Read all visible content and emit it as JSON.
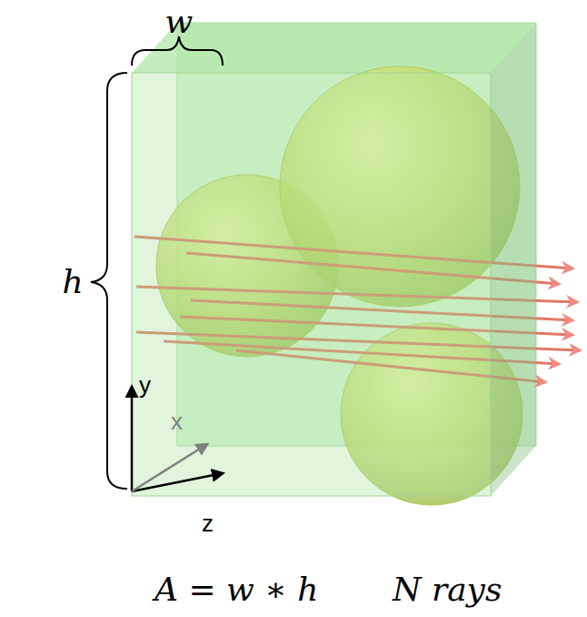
{
  "diagram": {
    "labels": [
      "w",
      "h",
      "y",
      "x",
      "z",
      "A = w ∗ h",
      "N rays"
    ]
  }
}
